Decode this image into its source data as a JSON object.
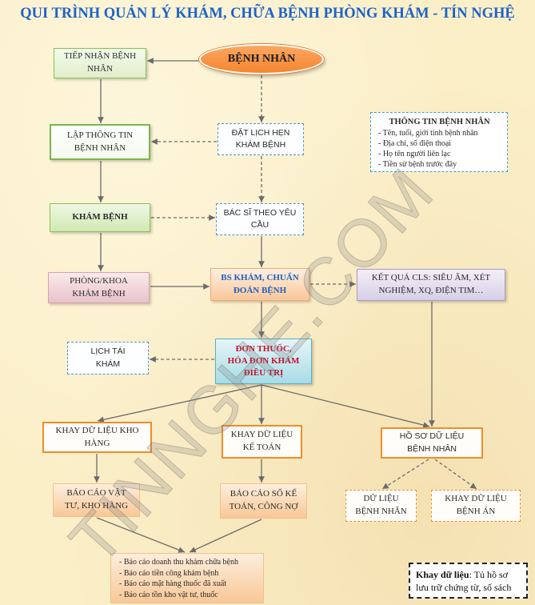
{
  "title": "QUI TRÌNH QUẢN LÝ KHÁM, CHỮA BỆNH PHÒNG KHÁM - TÍN NGHỆ",
  "watermark": "TINNGHE.COM",
  "nodes": {
    "patient": "BỆNH NHÂN",
    "reception": "TIẾP NHẬN BỆNH\nNHÂN",
    "create_record": "LẬP THÔNG TIN\nBỆNH NHÂN",
    "appointment": "ĐẶT LỊCH HẸN\nKHÁM BỆNH",
    "examination": "KHÁM BỆNH",
    "doctor_request": "BÁC SĨ THEO YÊU\nCẦU",
    "department": "PHÒNG/KHOA\nKHÁM BỆNH",
    "diagnosis": "BS KHÁM, CHUẨN\nĐOÁN BỆNH",
    "lab_results": "KẾT QUẢ CLS: SIÊU ÂM, XÉT\nNGHIỆM, XQ, ĐIỆN TIM…",
    "follow_up": "LỊCH TÁI\nKHÁM",
    "prescription": "ĐƠN THUỐC,\nHÓA ĐƠN KHÁM\nĐIỀU TRỊ",
    "inventory_tray": "KHAY DỮ LIỆU KHO\nHÀNG",
    "accounting_tray": "KHAY DỮ LIỆU\nKẾ TOÁN",
    "patient_records": "HỒ SƠ DỮ LIỆU\nBỆNH NHÂN",
    "inventory_report": "BÁO CÁO VẬT\nTƯ, KHO HÀNG",
    "accounting_report": "BÁO CÁO SỔ KẾ\nTOÁN, CÔNG NỢ",
    "patient_data": "DỮ LIỆU\nBỆNH NHÂN",
    "medical_record_tray": "KHAY DỮ LIỆU\nBỆNH ÁN"
  },
  "patient_info": {
    "title": "THÔNG TIN BỆNH NHÂN",
    "items": [
      "- Tên, tuổi, giới tính bệnh nhân",
      "- Địa chỉ, số điện thoại",
      "- Họ tên người liên lạc",
      "- Tiền sử bệnh trước đây"
    ]
  },
  "reports": [
    "- Báo cáo doanh thu khám chữa bệnh",
    "- Báo cáo tiền công khám bệnh",
    "- Báo cáo mặt hàng thuốc đã xuất",
    "- Báo cáo tồn kho vật tư, thuốc"
  ],
  "legend": {
    "term": "Khay dữ liệu",
    "description": ": Tủ hồ sơ\nlưu trữ chứng từ, số sách"
  },
  "colors": {
    "title": "#1d63c8",
    "patient": "#f5852f",
    "prescription_text": "#c5112e",
    "diagnosis_text": "#1f5fbf",
    "tray_border": "#f28c28",
    "arrow": "#6b6b6b",
    "dashed_border": "#4f93c9"
  }
}
